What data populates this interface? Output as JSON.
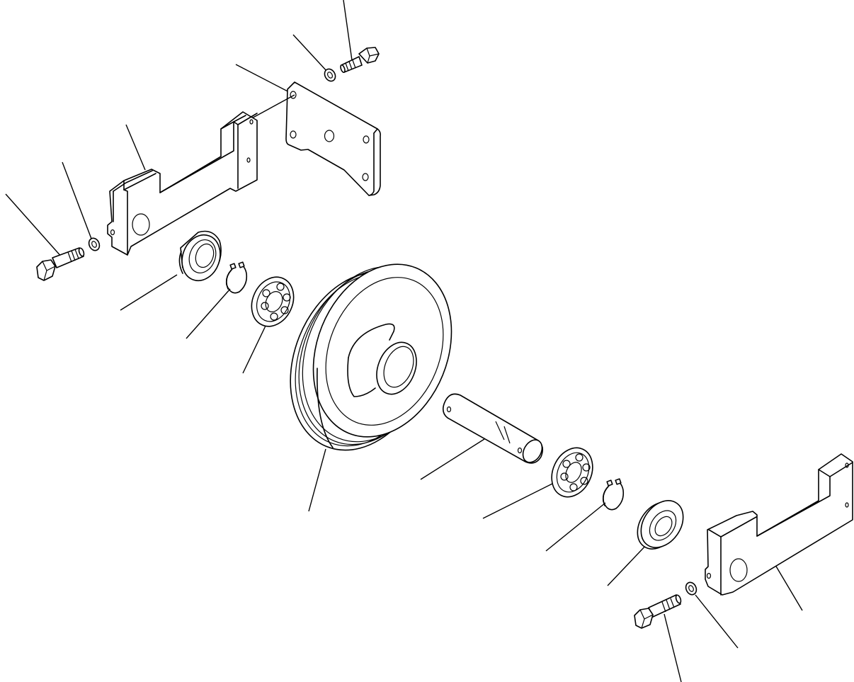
{
  "diagram": {
    "background": "#ffffff",
    "line_color": "#000000",
    "parts": [
      {
        "name": "top-bolt",
        "icon": "hex-bolt-icon"
      },
      {
        "name": "top-washer",
        "icon": "washer-icon"
      },
      {
        "name": "mounting-plate",
        "icon": "plate-icon"
      },
      {
        "name": "left-support-bracket",
        "icon": "bracket-icon"
      },
      {
        "name": "left-washer",
        "icon": "washer-icon"
      },
      {
        "name": "left-bolt",
        "icon": "hex-bolt-icon"
      },
      {
        "name": "left-seal-collar",
        "icon": "collar-icon"
      },
      {
        "name": "left-snap-ring",
        "icon": "snap-ring-icon"
      },
      {
        "name": "left-bearing",
        "icon": "bearing-icon"
      },
      {
        "name": "idler-wheel",
        "icon": "idler-icon"
      },
      {
        "name": "shaft",
        "icon": "shaft-icon"
      },
      {
        "name": "right-bearing",
        "icon": "bearing-icon"
      },
      {
        "name": "right-snap-ring",
        "icon": "snap-ring-icon"
      },
      {
        "name": "right-seal-collar",
        "icon": "collar-icon"
      },
      {
        "name": "right-support-bracket",
        "icon": "bracket-icon"
      },
      {
        "name": "right-washer",
        "icon": "washer-icon"
      },
      {
        "name": "right-bolt",
        "icon": "hex-bolt-icon"
      }
    ]
  }
}
